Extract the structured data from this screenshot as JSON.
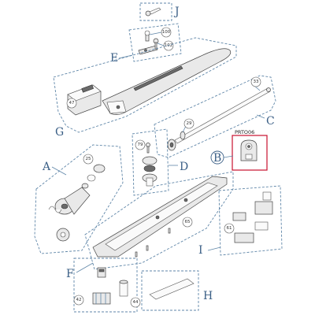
{
  "group_labels": {
    "a": "A",
    "b": "B",
    "c": "C",
    "d": "D",
    "e": "E",
    "f": "F",
    "g": "G",
    "h": "H",
    "i": "I",
    "j": "J"
  },
  "highlighted_part_code": "PRTO06",
  "part_numbers": {
    "n100": "100",
    "n102": "102",
    "n47": "47",
    "n33": "33",
    "n29": "29",
    "n79": "79",
    "n25": "25",
    "n65": "65",
    "n61": "61",
    "n42": "42",
    "n44": "44"
  },
  "colors": {
    "frame": "#5f86a8",
    "label": "#3b5f86",
    "highlight": "#c8102e"
  }
}
